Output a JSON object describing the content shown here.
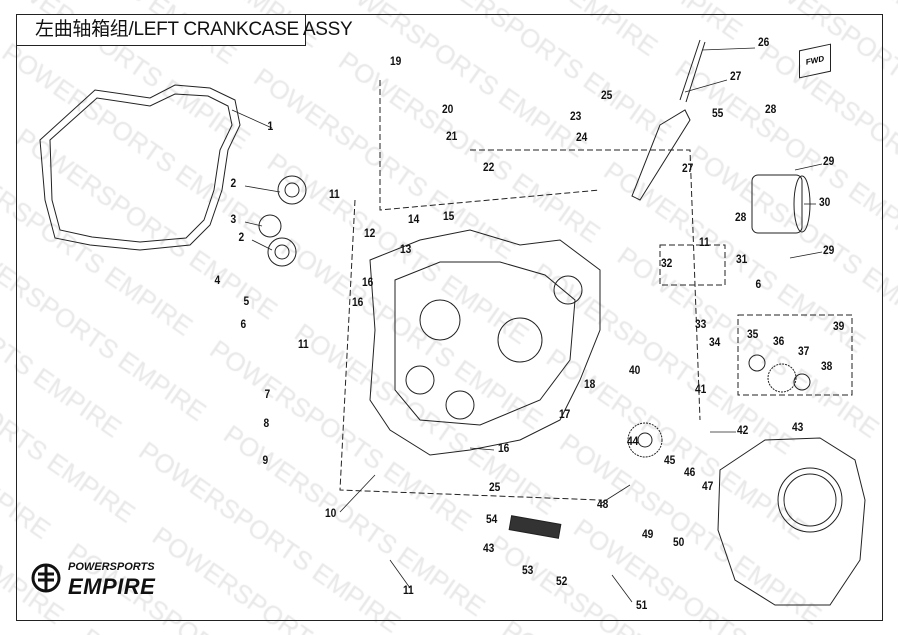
{
  "title": "左曲轴箱组/LEFT CRANKCASE ASSY",
  "fwd_label": "FWD",
  "logo": {
    "line1": "POWERSPORTS",
    "line2": "EMPIRE"
  },
  "watermark": "POWERSPORTS EMPIRE",
  "callouts": [
    "26",
    "27",
    "25",
    "19",
    "20",
    "21",
    "23",
    "24",
    "55",
    "28",
    "29",
    "30",
    "27",
    "22",
    "1",
    "2",
    "11",
    "3",
    "2",
    "14",
    "15",
    "12",
    "13",
    "28",
    "11",
    "29",
    "32",
    "31",
    "4",
    "16",
    "5",
    "16",
    "6",
    "33",
    "39",
    "6",
    "35",
    "36",
    "37",
    "34",
    "11",
    "38",
    "40",
    "18",
    "7",
    "41",
    "17",
    "42",
    "43",
    "8",
    "44",
    "16",
    "45",
    "9",
    "46",
    "47",
    "25",
    "48",
    "10",
    "54",
    "49",
    "43",
    "50",
    "53",
    "52",
    "51",
    "11"
  ]
}
